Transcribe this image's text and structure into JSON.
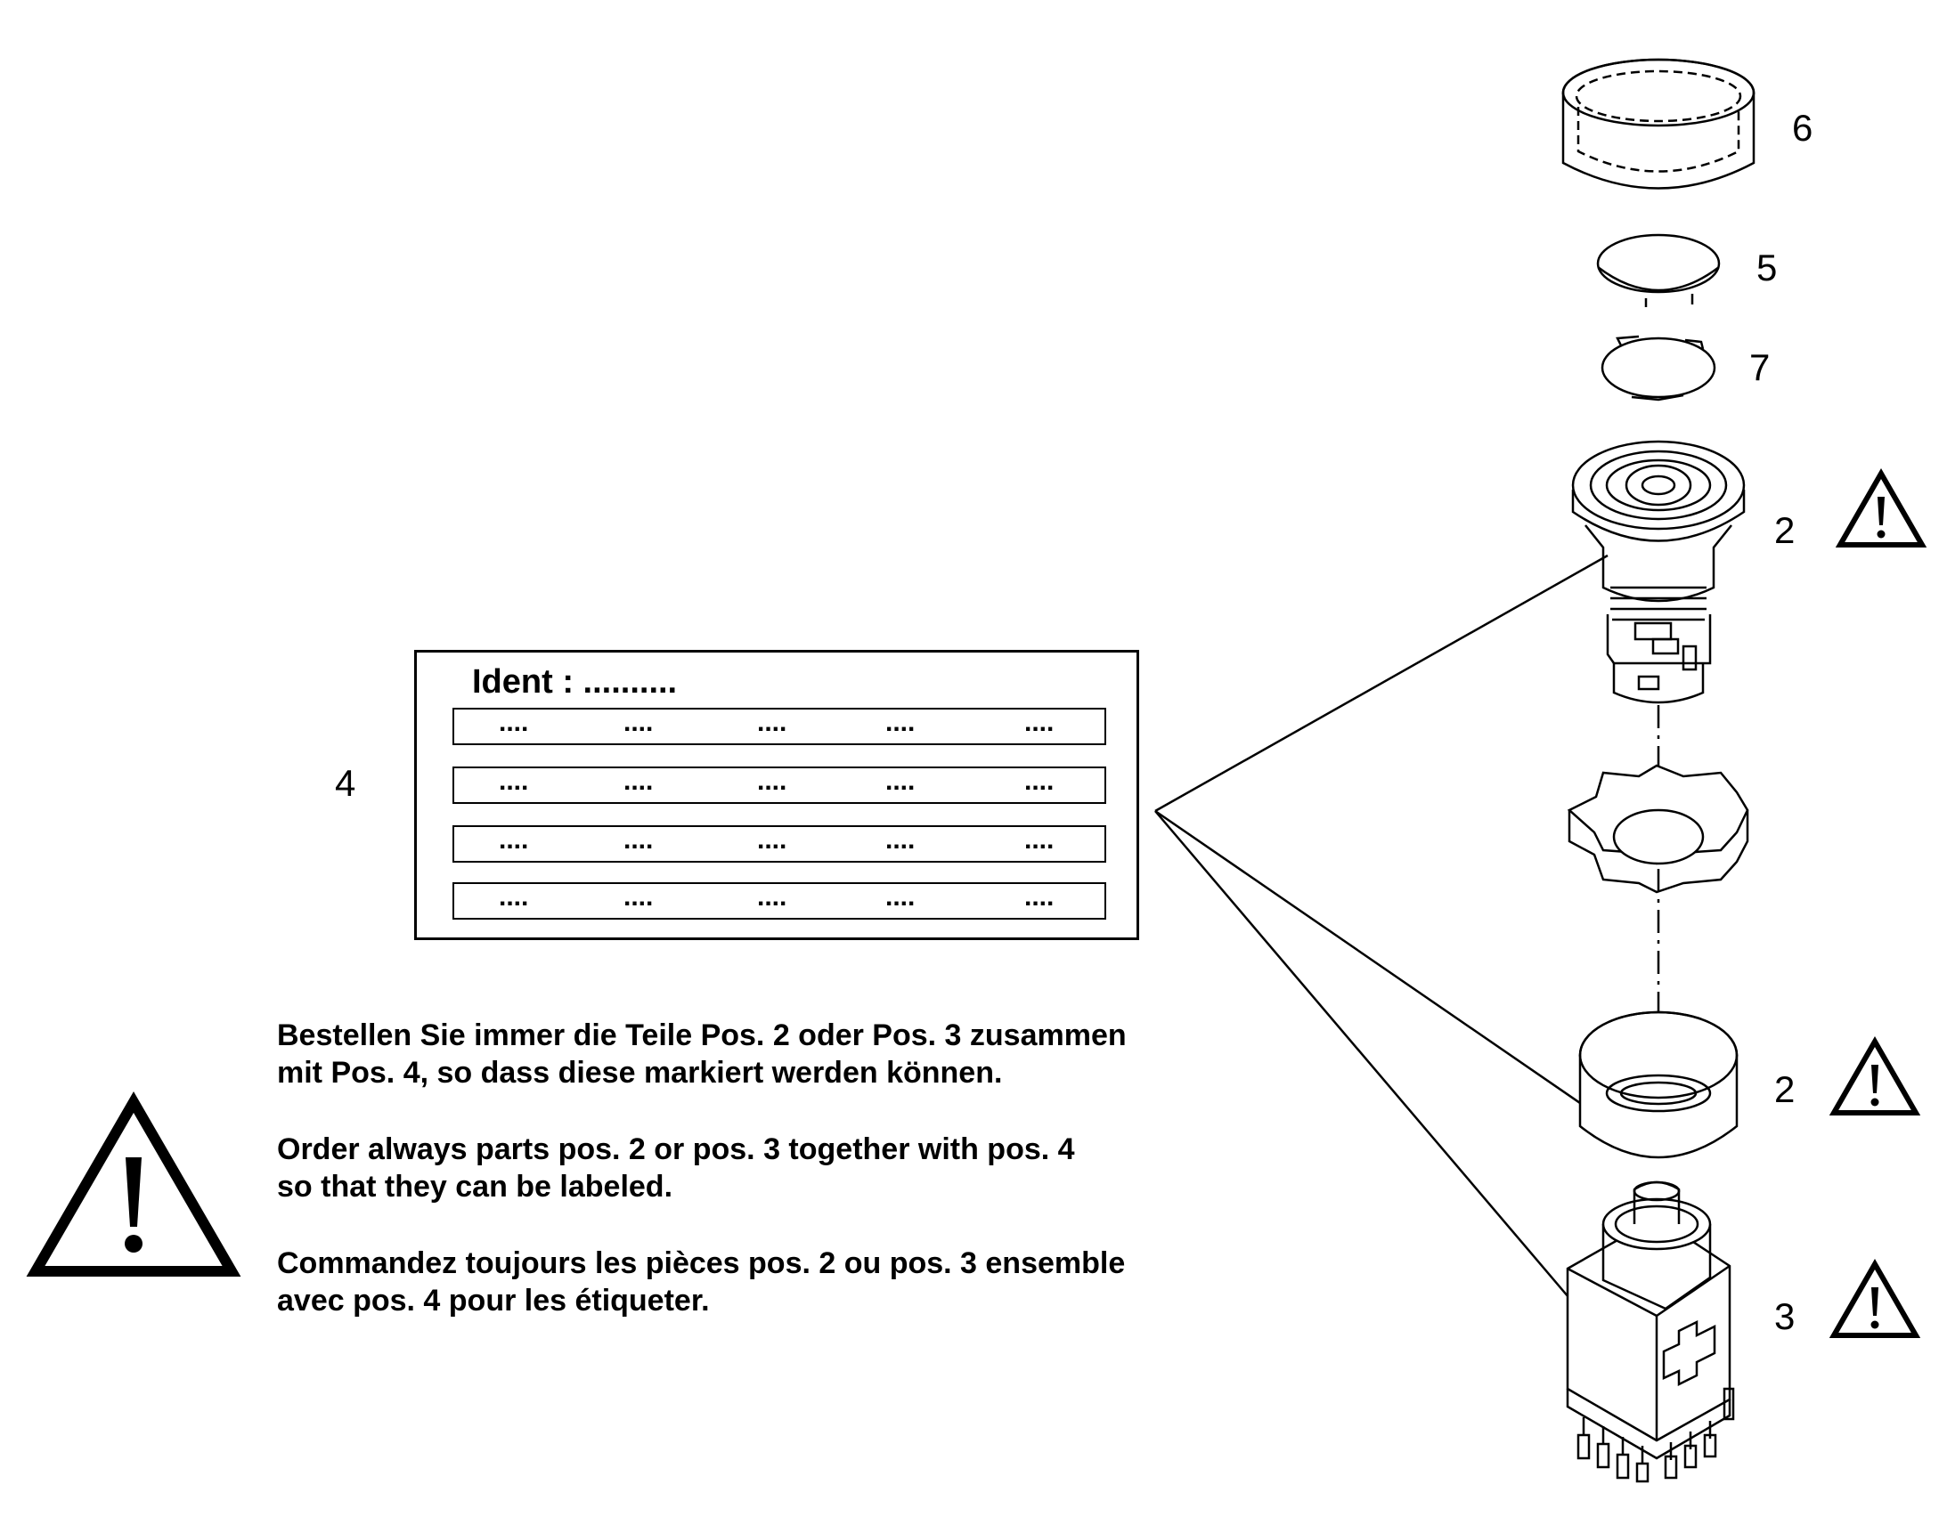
{
  "positions": {
    "p6": "6",
    "p5": "5",
    "p7": "7",
    "p2_top": "2",
    "p2_bottom": "2",
    "p3": "3",
    "p4": "4"
  },
  "label_plate": {
    "ident": "Ident : ..........",
    "rows": [
      [
        "....",
        "....",
        "....",
        "....",
        "...."
      ],
      [
        "....",
        "....",
        "....",
        "....",
        "...."
      ],
      [
        "....",
        "....",
        "....",
        "....",
        "...."
      ],
      [
        "....",
        "....",
        "....",
        "....",
        "...."
      ]
    ]
  },
  "notes": {
    "de": [
      "Bestellen Sie immer die Teile Pos. 2 oder Pos. 3 zusammen",
      "mit Pos. 4, so dass diese markiert werden können."
    ],
    "en": [
      "Order always parts pos. 2 or pos. 3 together with pos. 4",
      "so that they can be labeled."
    ],
    "fr": [
      "Commandez toujours les pièces pos. 2 ou pos. 3 ensemble",
      "avec pos. 4 pour les étiqueter."
    ]
  },
  "icons": {
    "warning_large": "warning-icon",
    "warning_small": "warning-icon"
  }
}
